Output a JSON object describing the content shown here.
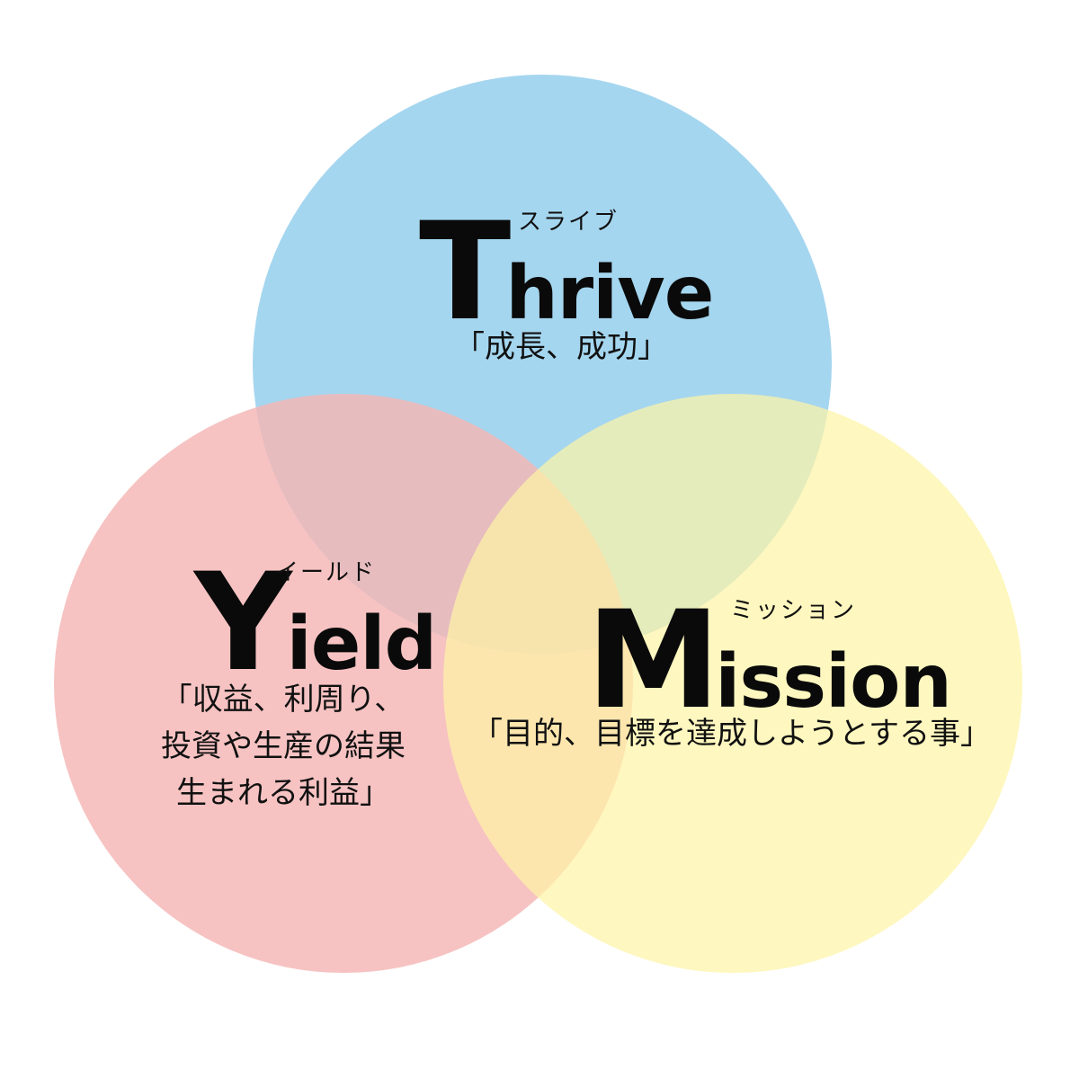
{
  "colors": {
    "thrive": "#a5d6ef",
    "yield": "#f4b6b4",
    "mission": "#fdf4a6"
  },
  "thrive": {
    "initial": "T",
    "rest": "hrive",
    "reading": "スライブ",
    "description": "「成長、成功」"
  },
  "yield": {
    "initial": "Y",
    "rest": "ield",
    "reading": "イールド",
    "description_lines": [
      "「収益、利周り、",
      "投資や生産の結果",
      "生まれる利益」"
    ]
  },
  "mission": {
    "initial": "M",
    "rest": "ission",
    "reading": "ミッション",
    "description": "「目的、目標を達成しようとする事」"
  }
}
